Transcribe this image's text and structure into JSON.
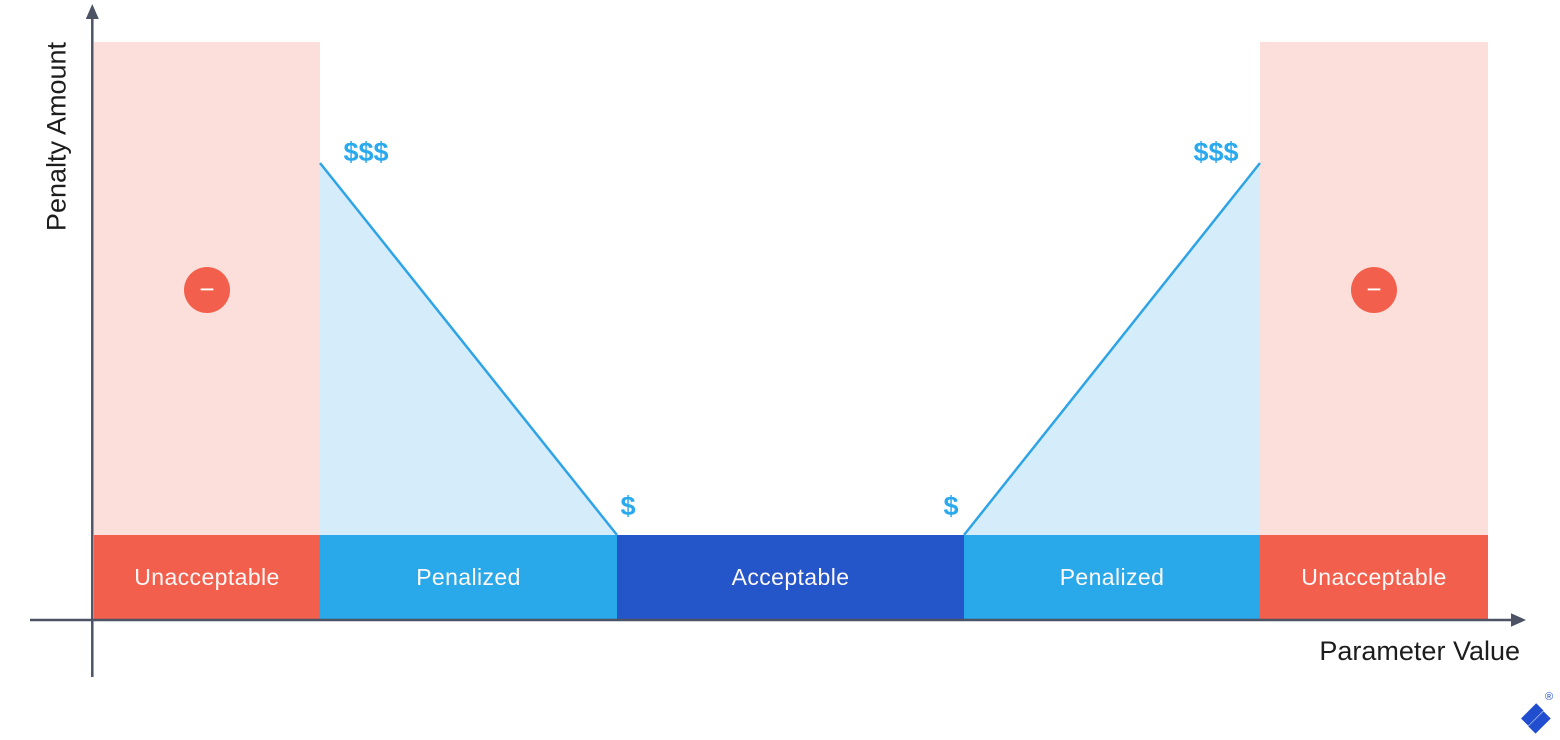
{
  "diagram": {
    "y_axis_label": "Penalty Amount",
    "x_axis_label": "Parameter Value",
    "zones": [
      {
        "label": "Unacceptable"
      },
      {
        "label": "Penalized"
      },
      {
        "label": "Acceptable"
      },
      {
        "label": "Penalized"
      },
      {
        "label": "Unacceptable"
      }
    ],
    "annotations": {
      "penalty_high_left": "$$$",
      "penalty_low_left": "$",
      "penalty_low_right": "$",
      "penalty_high_right": "$$$"
    },
    "icons": {
      "minus": "−",
      "registered": "®"
    }
  },
  "colors": {
    "zone-unacceptable": "#f2604d",
    "zone-unacceptable-light": "#fcdfda",
    "zone-penalized": "#2aa9ea",
    "zone-penalized-light": "#d5ecfa",
    "zone-acceptable": "#2455c9",
    "penalty-line": "#2ea4e6",
    "dollar-text": "#2aa9ee",
    "axis": "#4b5364",
    "label-text": "#1d1d1d",
    "zone-label-text": "#fdf8f7",
    "brand-blue": "#204ecf"
  }
}
